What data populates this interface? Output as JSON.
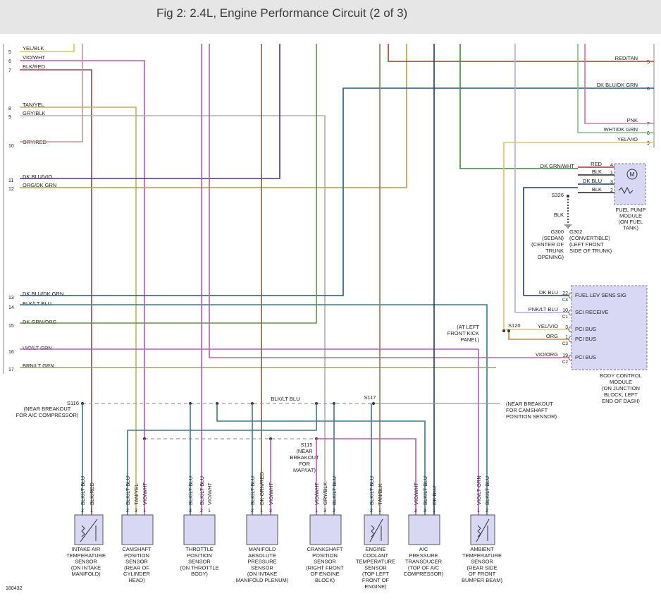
{
  "header": {
    "title": "Fig 2: 2.4L, Engine Performance Circuit (2 of 3)"
  },
  "colors": {
    "header_bg": "#e6e6e6",
    "module_fill": "#d8d8f4",
    "module_border": "#7070a0",
    "dash": "#9a9a9a"
  },
  "figure_id": "180432",
  "left_connector": [
    {
      "pin": "5",
      "wire": "YEL/BLK"
    },
    {
      "pin": "6",
      "wire": "VIO/WHT"
    },
    {
      "pin": "7",
      "wire": "BLK/RED"
    },
    {
      "pin": "8",
      "wire": "TAN/YEL"
    },
    {
      "pin": "9",
      "wire": "GRY/BLK"
    },
    {
      "pin": "10",
      "wire": "GRY/RED"
    },
    {
      "pin": "11",
      "wire": "DK BLU/VIO"
    },
    {
      "pin": "12",
      "wire": "ORG/DK GRN"
    },
    {
      "pin": "13",
      "wire": "DK BLU/DK GRN"
    },
    {
      "pin": "14",
      "wire": "BLK/LT BLU"
    },
    {
      "pin": "15",
      "wire": "DK GRN/ORG"
    },
    {
      "pin": "16",
      "wire": "VIO/LT GRN"
    },
    {
      "pin": "17",
      "wire": "BRN/LT GRN"
    }
  ],
  "right_connector": [
    {
      "pin": "5",
      "wire": "RED/TAN"
    },
    {
      "pin": "6",
      "wire": "DK BLU/DK GRN"
    },
    {
      "pin": "7",
      "wire": "PNK"
    },
    {
      "pin": "8",
      "wire": "WHT/DK GRN"
    },
    {
      "pin": "9",
      "wire": "YEL/VIO"
    }
  ],
  "fuel_pump": {
    "wires": [
      {
        "pin": "4",
        "wire": "RED"
      },
      {
        "pin": "1",
        "wire": "BLK"
      },
      {
        "pin": "3",
        "wire": "DK BLU"
      },
      {
        "pin": "2",
        "wire": "BLK"
      }
    ],
    "input_wire": "DK GRN/WHT",
    "splice": "S326",
    "ground_wire": "BLK",
    "label": [
      "FUEL PUMP",
      "MODULE",
      "(ON FUEL",
      "TANK)"
    ],
    "motor_glyph": "M",
    "g300": [
      "G300",
      "(SEDAN)",
      "(CENTER OF",
      "TRUNK",
      "OPENING)"
    ],
    "g302": [
      "G302",
      "(CONVERTIBLE)",
      "(LEFT FRONT",
      "SIDE OF TRUNK)"
    ]
  },
  "bcm": {
    "pins": [
      {
        "pin": "22",
        "conn": "C4",
        "wire": "DK BLU",
        "label": "FUEL LEV SENS SIG"
      },
      {
        "pin": "10",
        "conn": "C1",
        "wire": "PNK/LT BLU",
        "label": "SCI RECEIVE"
      },
      {
        "pin": "3",
        "conn": "",
        "wire": "YEL/VIO",
        "label": "PCI BUS"
      },
      {
        "pin": "1",
        "conn": "C3",
        "wire": "ORG",
        "label": "PCI BUS"
      },
      {
        "pin": "19",
        "conn": "C2",
        "wire": "VIO/ORG",
        "label": "PCI BUS"
      }
    ],
    "label": [
      "BODY CONTROL",
      "MODULE",
      "(ON JUNCTION",
      "BLOCK, LEFT",
      "END OF DASH)"
    ],
    "splice": "S120",
    "splice_note": [
      "(AT LEFT",
      "FRONT KICK",
      "PANEL)"
    ]
  },
  "splices": {
    "s116": {
      "name": "S116",
      "note": [
        "(NEAR BREAKOUT",
        "FOR A/C COMPRESSOR)"
      ]
    },
    "s117": {
      "name": "S117",
      "note": [
        "(NEAR BREAKOUT",
        "FOR CAMSHAFT",
        "POSITION SENSOR)"
      ]
    },
    "s115": {
      "name": "S115",
      "note": [
        "(NEAR",
        "BREAKOUT",
        "FOR",
        "MAP/IAT)"
      ]
    },
    "bus_wire": "BLK/LT BLU"
  },
  "sensors": [
    {
      "id": "iat",
      "pins": [
        "2",
        "1"
      ],
      "wires": [
        "BLK/LT BLU",
        "BLK/RED"
      ],
      "label": [
        "INTAKE AIR",
        "TEMPERATURE",
        "SENSOR",
        "(ON INTAKE",
        "MANIFOLD)"
      ]
    },
    {
      "id": "cmp",
      "pins": [
        "2",
        "3",
        "1"
      ],
      "wires": [
        "BLK/LT BLU",
        "TAN/YEL",
        "VIO/WHT"
      ],
      "label": [
        "CAMSHAFT",
        "POSITION",
        "SENSOR",
        "(REAR OF",
        "CYLINDER",
        "HEAD)"
      ]
    },
    {
      "id": "tps",
      "pins": [
        "3",
        "2",
        "1"
      ],
      "wires": [
        "BLK/LT BLU",
        "BLK/LT BLU",
        "VIO/WHT"
      ],
      "label": [
        "THROTTLE",
        "POSITION",
        "SENSOR",
        "(ON THROTTLE",
        "BODY)"
      ]
    },
    {
      "id": "map",
      "pins": [
        "2",
        "1",
        "3"
      ],
      "wires": [
        "BLK/LT BLU",
        "DK GRN/RED",
        "VIO/WHT"
      ],
      "label": [
        "MANIFOLD",
        "ABSOLUTE",
        "PRESSURE",
        "SENSOR",
        "(ON INTAKE",
        "MANIFOLD PLENUM)"
      ]
    },
    {
      "id": "ckp",
      "pins": [
        "1",
        "3",
        "2"
      ],
      "wires": [
        "VIO/WHT",
        "GRY/BLK",
        "BLK/LT BLU"
      ],
      "label": [
        "CRANKSHAFT",
        "POSITION",
        "SENSOR",
        "(RIGHT FRONT",
        "OF ENGINE",
        "BLOCK)"
      ]
    },
    {
      "id": "ect",
      "pins": [
        "2",
        "1"
      ],
      "wires": [
        "BLK/LT BLU",
        "TAN/BLK"
      ],
      "label": [
        "ENGINE",
        "COOLANT",
        "TEMPERATURE",
        "SENSOR",
        "(TOP LEFT",
        "FRONT OF",
        "ENGINE)"
      ]
    },
    {
      "id": "acp",
      "pins": [
        "2",
        "3",
        "1"
      ],
      "wires": [
        "VIO/WHT",
        "BLK/LT BLU",
        "DK BLU"
      ],
      "label": [
        "A/C",
        "PRESSURE",
        "TRANSDUCER",
        "(TOP OF A/C",
        "COMPRESSOR)"
      ]
    },
    {
      "id": "amb",
      "pins": [
        "1",
        "2"
      ],
      "wires": [
        "VIO/LT GRN",
        "BLK/LT BLU"
      ],
      "label": [
        "AMBIENT",
        "TEMPERATURE",
        "SENSOR",
        "(REAR SIDE",
        "OF FRONT",
        "BUMPER BEAM)"
      ]
    }
  ]
}
